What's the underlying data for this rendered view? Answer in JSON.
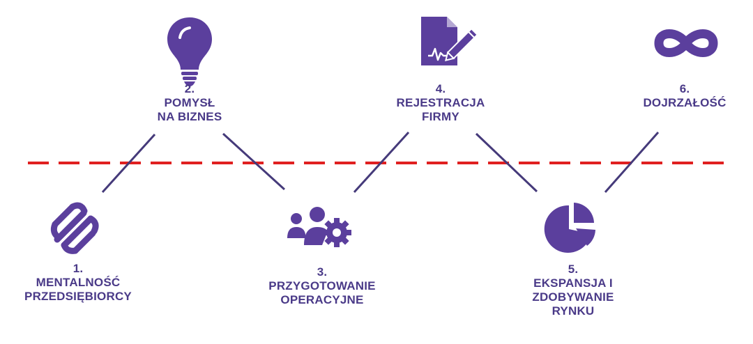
{
  "colors": {
    "accent": "#5b3f9d",
    "text": "#4a3a88",
    "threshold_line": "#e02020",
    "connector": "#453a7a"
  },
  "steps": [
    {
      "number": "1.",
      "lines": [
        "MENTALNOŚĆ",
        "PRZEDSIĘBIORCY"
      ],
      "icon": "squarespace-logo-icon",
      "position": "below"
    },
    {
      "number": "2.",
      "lines": [
        "POMYSŁ",
        "NA BIZNES"
      ],
      "icon": "lightbulb-icon",
      "position": "above"
    },
    {
      "number": "3.",
      "lines": [
        "PRZYGOTOWANIE",
        "OPERACYJNE"
      ],
      "icon": "team-gear-icon",
      "position": "below"
    },
    {
      "number": "4.",
      "lines": [
        "REJESTRACJA",
        "FIRMY"
      ],
      "icon": "signed-document-icon",
      "position": "above"
    },
    {
      "number": "5.",
      "lines": [
        "EKSPANSJA I",
        "ZDOBYWANIE",
        "RYNKU"
      ],
      "icon": "pie-chart-icon",
      "position": "below"
    },
    {
      "number": "6.",
      "lines": [
        "DOJRZAŁOŚĆ"
      ],
      "icon": "infinity-icon",
      "position": "above"
    }
  ]
}
